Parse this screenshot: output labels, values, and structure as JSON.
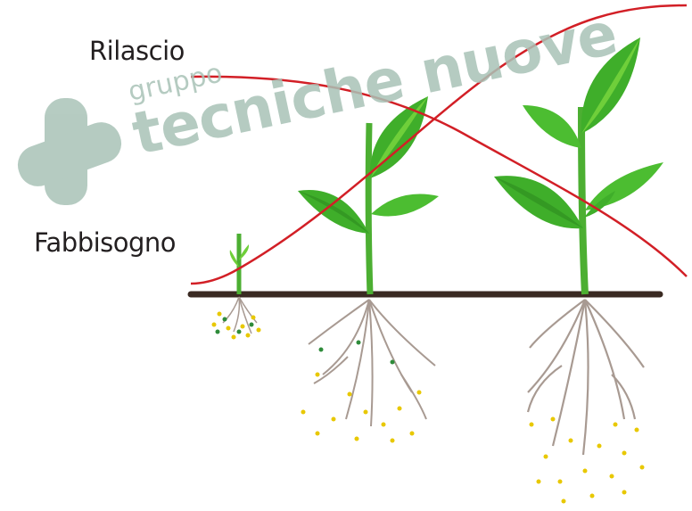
{
  "labels": {
    "release": "Rilascio",
    "need": "Fabbisogno"
  },
  "watermark": {
    "small": "gruppo",
    "big": "tecniche nuove"
  },
  "colors": {
    "curves": "#d21f26",
    "soil": "#3a2a22",
    "leaf": "#3fae2a",
    "leaf_light": "#6fcf3a",
    "stem": "#4caf32",
    "root": "#a89a92",
    "granule": "#e8c800",
    "granule_green": "#2e8b3a",
    "watermark": "#a9c3b7"
  },
  "icons": [
    "plant-logo-icon",
    "seedling-icon",
    "young-plant-icon",
    "mature-plant-icon"
  ]
}
